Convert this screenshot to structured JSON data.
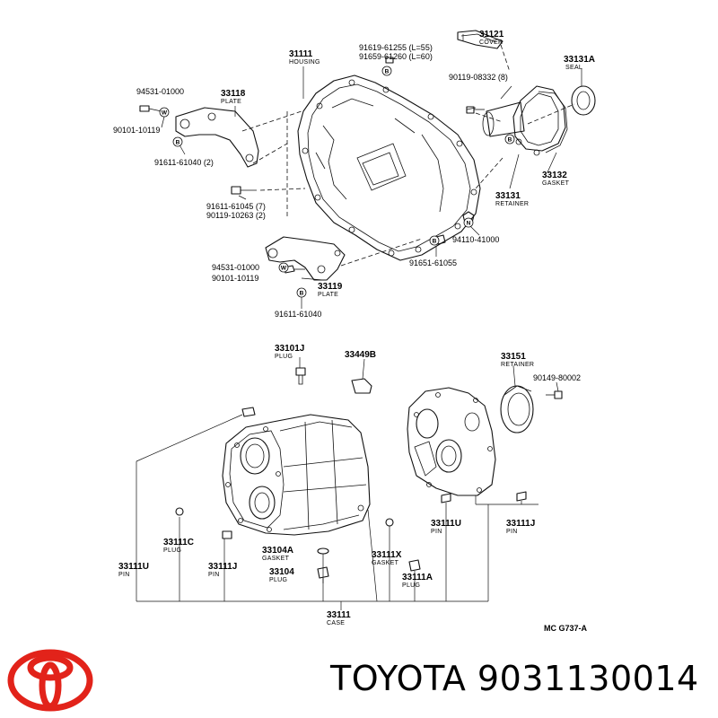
{
  "diagram_labels": {
    "p31121": {
      "pn": "31121",
      "sub": "COVER"
    },
    "p31111h": {
      "pn": "31111",
      "sub": "HOUSING"
    },
    "p91619": {
      "pn": "91619-61255 (L=55)"
    },
    "p91659": {
      "pn": "91659-61260 (L=60)"
    },
    "p33131a": {
      "pn": "33131A",
      "sub": "SEAL"
    },
    "p90119_08332": {
      "pn": "90119-08332 (8)"
    },
    "p94531a": {
      "pn": "94531-01000"
    },
    "p33118": {
      "pn": "33118",
      "sub": "PLATE"
    },
    "p90101a": {
      "pn": "90101-10119"
    },
    "p91611_61040_2": {
      "pn": "91611-61040 (2)"
    },
    "p33132": {
      "pn": "33132",
      "sub": "GASKET"
    },
    "p33131": {
      "pn": "33131",
      "sub": "RETAINER"
    },
    "p91611_61045": {
      "pn": "91611-61045 (7)"
    },
    "p90119_10263": {
      "pn": "90119-10263 (2)"
    },
    "p94110": {
      "pn": "94110-41000"
    },
    "p94531b": {
      "pn": "94531-01000"
    },
    "p91651": {
      "pn": "91651-61055"
    },
    "p90101b": {
      "pn": "90101-10119"
    },
    "p33119": {
      "pn": "33119",
      "sub": "PLATE"
    },
    "p91611_61040": {
      "pn": "91611-61040"
    },
    "p33101j": {
      "pn": "33101J",
      "sub": "PLUG"
    },
    "p33449b": {
      "pn": "33449B"
    },
    "p33151": {
      "pn": "33151",
      "sub": "RETAINER"
    },
    "p90149": {
      "pn": "90149-80002"
    },
    "p33111c": {
      "pn": "33111C",
      "sub": "PLUG"
    },
    "p33111u_left": {
      "pn": "33111U",
      "sub": "PIN"
    },
    "p33111j_left": {
      "pn": "33111J",
      "sub": "PIN"
    },
    "p33104a": {
      "pn": "33104A",
      "sub": "GASKET"
    },
    "p33104": {
      "pn": "33104",
      "sub": "PLUG"
    },
    "p33111x": {
      "pn": "33111X",
      "sub": "GASKET"
    },
    "p33111a": {
      "pn": "33111A",
      "sub": "PLUG"
    },
    "p33111u_right": {
      "pn": "33111U",
      "sub": "PIN"
    },
    "p33111j_right": {
      "pn": "33111J",
      "sub": "PIN"
    },
    "p33111case": {
      "pn": "33111",
      "sub": "CASE"
    },
    "code": {
      "pn": "MC  G737-A"
    }
  },
  "markers": {
    "bolt": "B",
    "washer": "W",
    "nut": "N"
  },
  "brand": {
    "text": "TOYOTA 9031130014",
    "logo_color": "#e2231a",
    "logo_icon": "toyota-logo-icon"
  }
}
